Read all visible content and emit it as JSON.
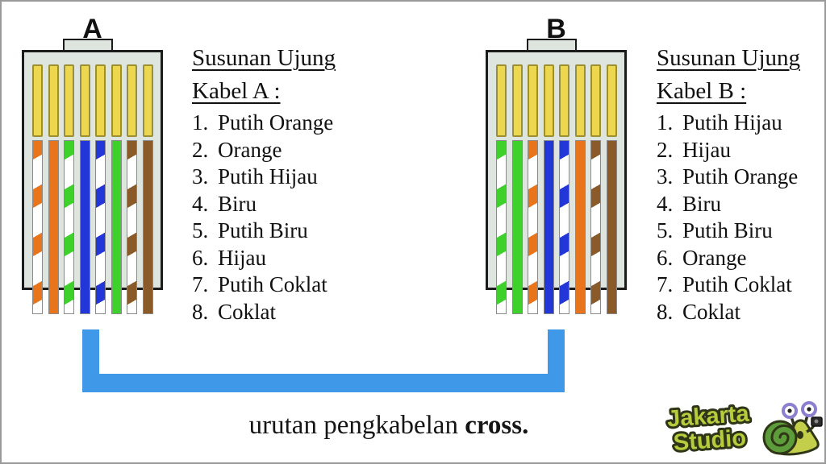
{
  "colors": {
    "orange": "#e8741c",
    "green": "#3ed12c",
    "blue": "#2337d8",
    "brown": "#8a5a28",
    "gold_pin": "#ecd74f",
    "connector_body": "#dee5de",
    "cable_blue": "#3f98e8",
    "logo_green": "#b8cb3c",
    "logo_outline": "#2e3617"
  },
  "connectors": [
    {
      "label": "A",
      "wire_colors": [
        "white-orange",
        "orange",
        "white-green",
        "blue",
        "white-blue",
        "green",
        "white-brown",
        "brown"
      ]
    },
    {
      "label": "B",
      "wire_colors": [
        "white-green",
        "green",
        "white-orange",
        "blue",
        "white-blue",
        "orange",
        "white-brown",
        "brown"
      ]
    }
  ],
  "lists": [
    {
      "title_line1": "Susunan Ujung",
      "title_line2": "Kabel A :",
      "items": [
        "Putih Orange",
        "Orange",
        "Putih Hijau",
        "Biru",
        "Putih Biru",
        "Hijau",
        "Putih Coklat",
        "Coklat"
      ]
    },
    {
      "title_line1": "Susunan Ujung",
      "title_line2": "Kabel B :",
      "items": [
        "Putih Hijau",
        "Hijau",
        "Putih Orange",
        "Biru",
        "Putih Biru",
        "Orange",
        "Putih Coklat",
        "Coklat"
      ]
    }
  ],
  "caption": {
    "normal": "urutan pengkabelan ",
    "bold": "cross."
  },
  "logo": {
    "line1": "Jakarta",
    "line2": "Studio",
    "mascot": "snail-with-camera"
  }
}
